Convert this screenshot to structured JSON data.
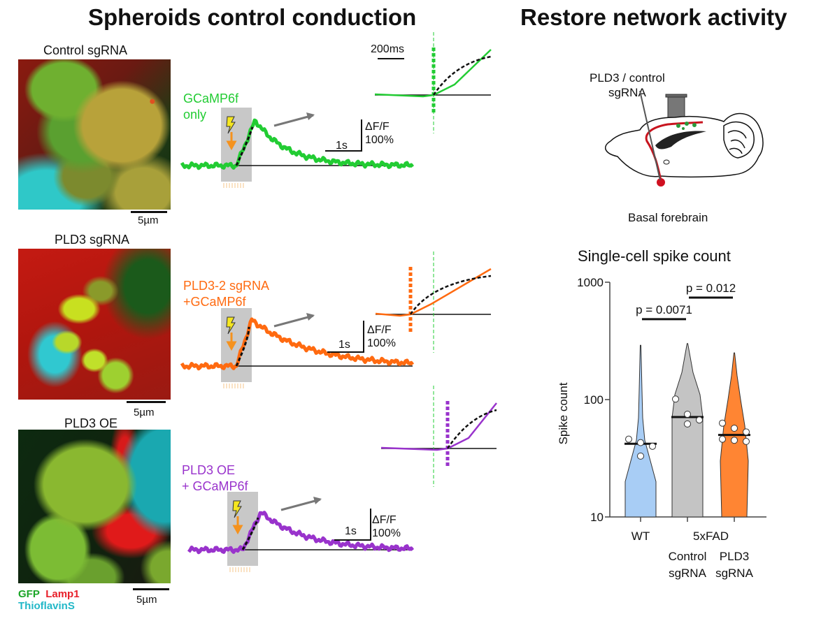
{
  "titles": {
    "left": "Spheroids control conduction",
    "right": "Restore network activity"
  },
  "panels": [
    {
      "image_label": "Control sgRNA",
      "scale_label": "5µm",
      "trace_label_lines": [
        "GCaMP6f",
        "only"
      ],
      "color": "#22cc33"
    },
    {
      "image_label": "PLD3 sgRNA",
      "scale_label": "5µm",
      "trace_label_lines": [
        "PLD3-2 sgRNA",
        "+GCaMP6f"
      ],
      "color": "#ff6a10"
    },
    {
      "image_label": "PLD3 OE",
      "scale_label": "5µm",
      "trace_label_lines": [
        "PLD3 OE",
        "+ GCaMP6f"
      ],
      "color": "#9933cc"
    }
  ],
  "trace_scale": {
    "time_label": "1s",
    "amp_label_1": "ΔF/F",
    "amp_label_2": "100%",
    "inset_time_label": "200ms"
  },
  "legend": {
    "gfp": "GFP",
    "lamp1": "Lamp1",
    "thioflavin": "ThioflavinS"
  },
  "schematic": {
    "injection_label_1": "PLD3 / control",
    "injection_label_2": "sgRNA",
    "region_label": "Basal forebrain"
  },
  "chart_data": {
    "type": "violin",
    "title": "Single-cell spike count",
    "ylabel": "Spike count",
    "yscale": "log",
    "ylim": [
      10,
      1000
    ],
    "yticks": [
      "10",
      "100",
      "1000"
    ],
    "group_header": "5xFAD",
    "categories": [
      {
        "label_lines": [
          "WT"
        ],
        "color": "#a8cdf5",
        "median": 42,
        "points": [
          46,
          43,
          40,
          33
        ],
        "max": 290
      },
      {
        "label_lines": [
          "Control",
          "sgRNA"
        ],
        "color": "#c4c4c4",
        "median": 71,
        "points": [
          101,
          75,
          67,
          62
        ],
        "max": 300
      },
      {
        "label_lines": [
          "PLD3",
          "sgRNA"
        ],
        "color": "#ff8533",
        "median": 50,
        "points": [
          63,
          57,
          53,
          46,
          45,
          44
        ],
        "max": 250
      }
    ],
    "comparisons": [
      {
        "between": [
          "WT",
          "Control sgRNA"
        ],
        "label": "p = 0.0071"
      },
      {
        "between": [
          "Control sgRNA",
          "PLD3 sgRNA"
        ],
        "label": "p = 0.012"
      }
    ]
  }
}
